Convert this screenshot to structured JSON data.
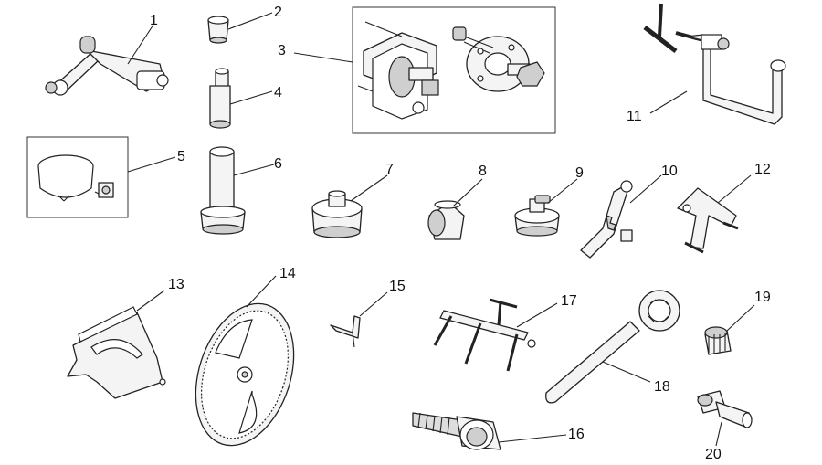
{
  "diagram": {
    "callouts": [
      "1",
      "2",
      "3",
      "4",
      "5",
      "6",
      "7",
      "8",
      "9",
      "10",
      "11",
      "12",
      "13",
      "14",
      "15",
      "16",
      "17",
      "18",
      "19",
      "20"
    ],
    "line_color": "#222222",
    "background": "#ffffff"
  }
}
